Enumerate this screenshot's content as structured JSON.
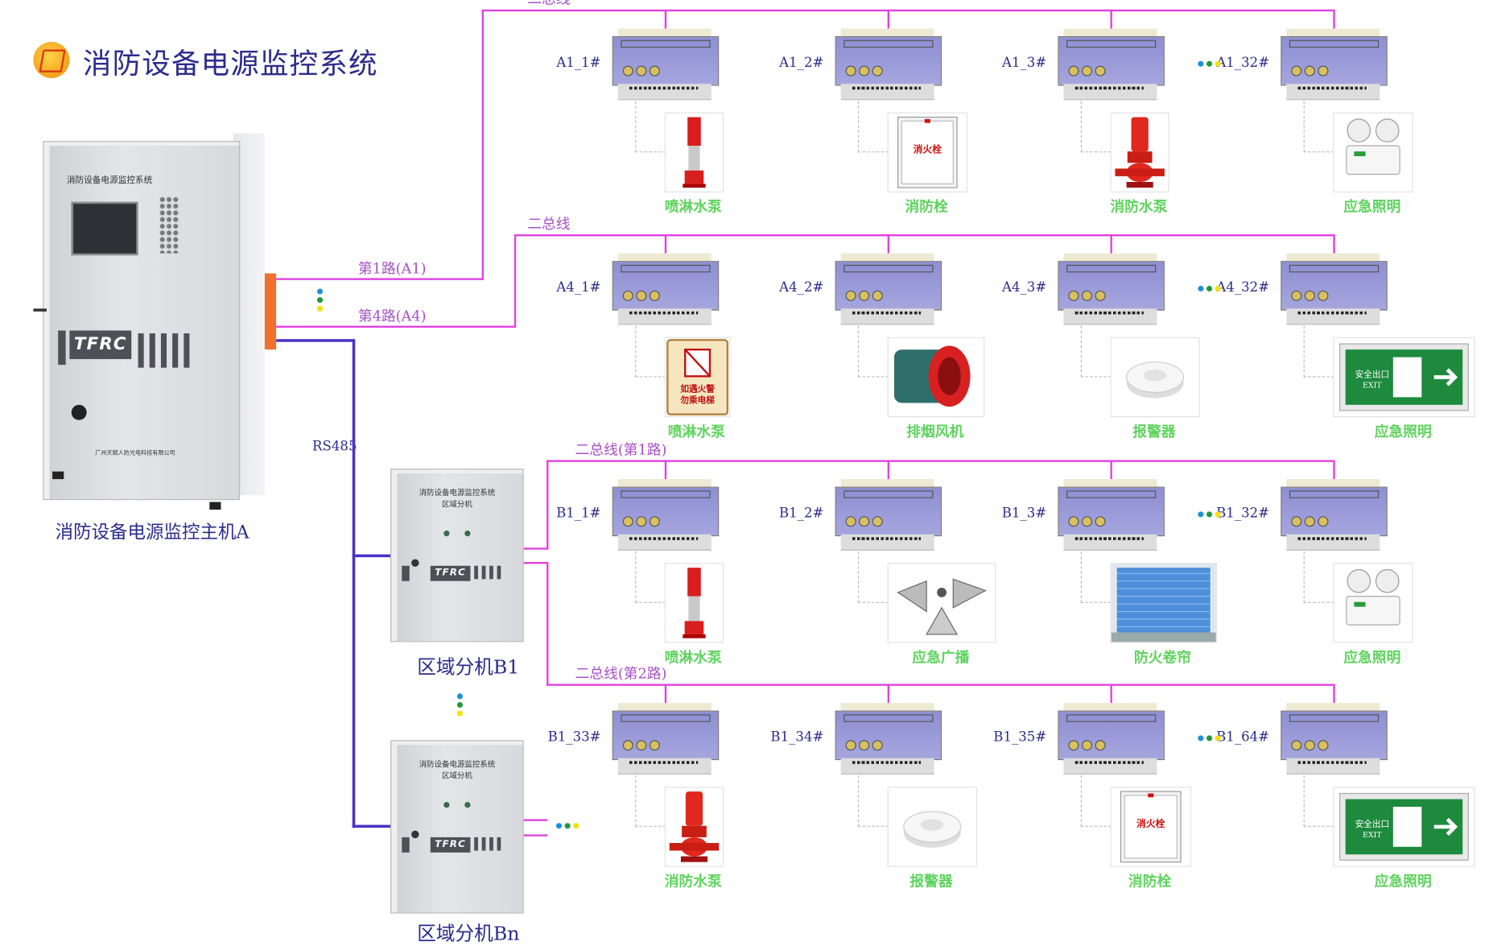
{
  "header": {
    "title": "消防设备电源监控系统",
    "logo_icon": "fire-logo-icon"
  },
  "colors": {
    "bus": "#e040e0",
    "rs485": "#4a33c8",
    "title": "#2b2b8c",
    "device_label": "#5fd35f",
    "bus_label": "#a64fc8",
    "connector": "#f07030"
  },
  "main_host": {
    "label": "消防设备电源监控主机A",
    "panel_title": "消防设备电源监控系统",
    "brand": "TFRC",
    "company": "广州天赋人防光电科技有限公司",
    "port_labels": [
      "第1路(A1)",
      "第4路(A4)"
    ],
    "rs485_label": "RS485"
  },
  "sub_hosts": [
    {
      "label": "区域分机B1",
      "panel_title": "消防设备电源监控系统",
      "panel_subtitle": "区域分机",
      "brand": "TFRC"
    },
    {
      "label": "区域分机Bn",
      "panel_title": "消防设备电源监控系统",
      "panel_subtitle": "区域分机",
      "brand": "TFRC"
    }
  ],
  "dot_colors": [
    "#1e8fd8",
    "#1e9a3c",
    "#f2e20c"
  ],
  "rows": [
    {
      "bus_label": "二总线",
      "modules": [
        "A1_1#",
        "A1_2#",
        "A1_3#",
        "A1_32#"
      ],
      "devices": [
        {
          "type": "sprinkler-pump",
          "label": "喷淋水泵"
        },
        {
          "type": "hydrant",
          "label": "消防栓",
          "text": "消火栓"
        },
        {
          "type": "fire-pump",
          "label": "消防水泵"
        },
        {
          "type": "emergency-light",
          "label": "应急照明"
        }
      ]
    },
    {
      "bus_label": "二总线",
      "modules": [
        "A4_1#",
        "A4_2#",
        "A4_3#",
        "A4_32#"
      ],
      "devices": [
        {
          "type": "elevator-sign",
          "label": "喷淋水泵",
          "text": "如遇火警 勿乘电梯"
        },
        {
          "type": "smoke-fan",
          "label": "排烟风机"
        },
        {
          "type": "detector",
          "label": "报警器"
        },
        {
          "type": "exit-sign",
          "label": "应急照明",
          "text": "安全出口 EXIT"
        }
      ]
    },
    {
      "bus_label": "二总线(第1路)",
      "modules": [
        "B1_1#",
        "B1_2#",
        "B1_3#",
        "B1_32#"
      ],
      "devices": [
        {
          "type": "sprinkler-pump",
          "label": "喷淋水泵"
        },
        {
          "type": "horn",
          "label": "应急广播"
        },
        {
          "type": "shutter",
          "label": "防火卷帘"
        },
        {
          "type": "emergency-light",
          "label": "应急照明"
        }
      ]
    },
    {
      "bus_label": "二总线(第2路)",
      "modules": [
        "B1_33#",
        "B1_34#",
        "B1_35#",
        "B1_64#"
      ],
      "devices": [
        {
          "type": "fire-pump",
          "label": "消防水泵"
        },
        {
          "type": "detector",
          "label": "报警器"
        },
        {
          "type": "hydrant",
          "label": "消防栓",
          "text": "消火栓"
        },
        {
          "type": "exit-sign",
          "label": "应急照明",
          "text": "安全出口 EXIT"
        }
      ]
    }
  ]
}
